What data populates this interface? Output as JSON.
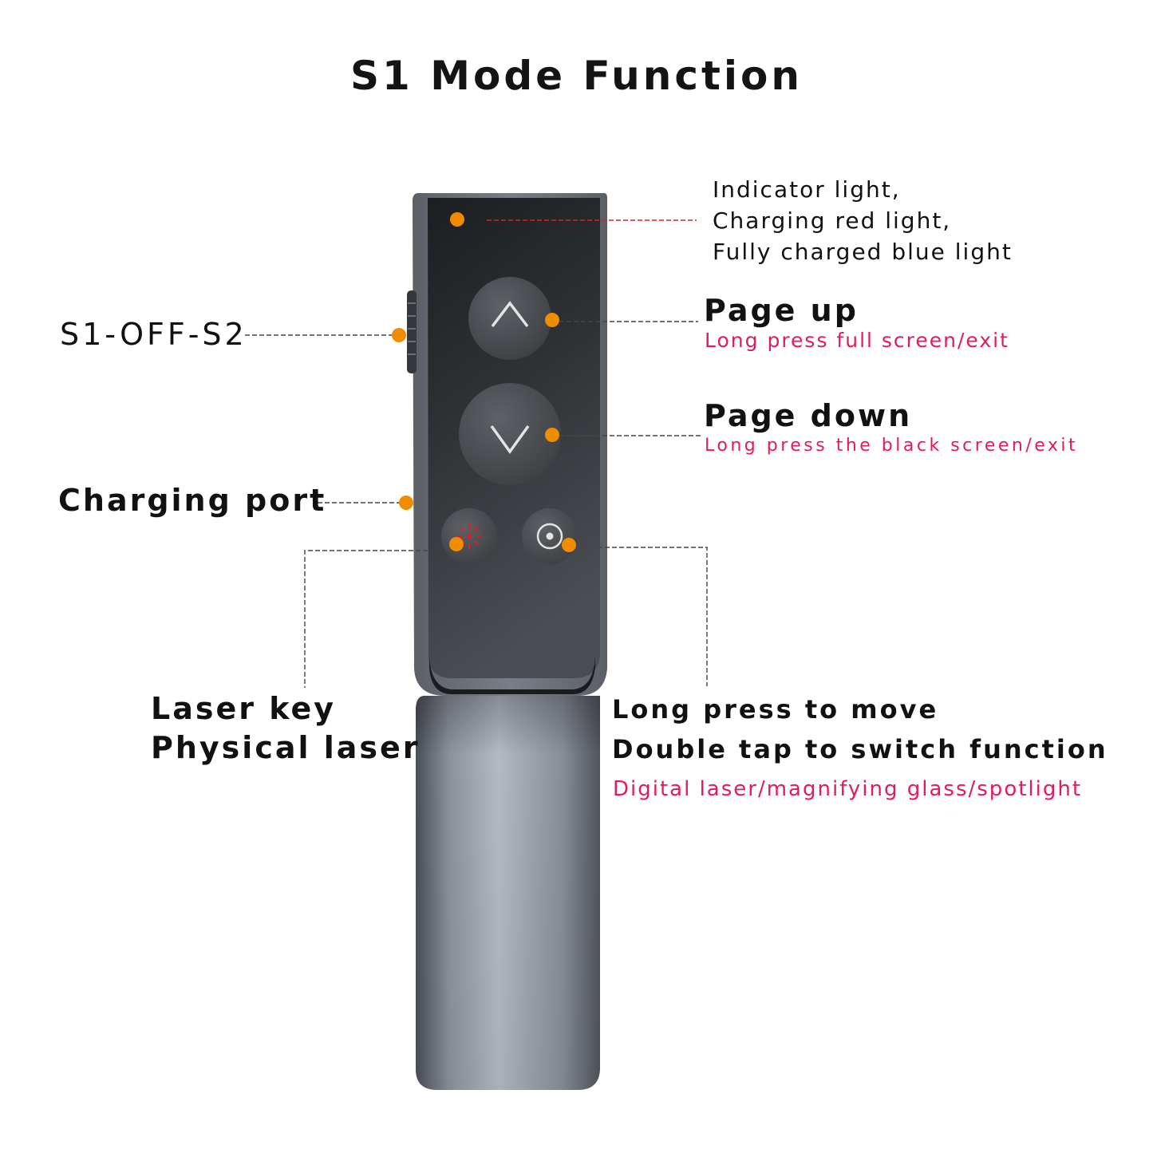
{
  "title": "S1 Mode Function",
  "callouts": {
    "indicator": {
      "lines": [
        "Indicator light,",
        "Charging red light,",
        "Fully charged blue light"
      ]
    },
    "page_up": {
      "label": "Page up",
      "sub": "Long press full screen/exit"
    },
    "page_down": {
      "label": "Page down",
      "sub": "Long press the black screen/exit"
    },
    "switch": {
      "label": "S1-OFF-S2"
    },
    "charging": {
      "label": "Charging port"
    },
    "laser": {
      "lines": [
        "Laser key",
        "Physical laser"
      ]
    },
    "function": {
      "line1": "Long press to move",
      "line2": "Double tap to switch function",
      "sub": "Digital laser/magnifying glass/spotlight"
    }
  },
  "icons": {
    "up": "chevron-up-icon",
    "down": "chevron-down-icon",
    "laser": "laser-burst-icon",
    "function": "target-circle-icon"
  },
  "colors": {
    "marker": "#f08c00",
    "accent_text": "#e31b5a",
    "leader_red": "#d8232a",
    "leader_gray": "#444444"
  }
}
